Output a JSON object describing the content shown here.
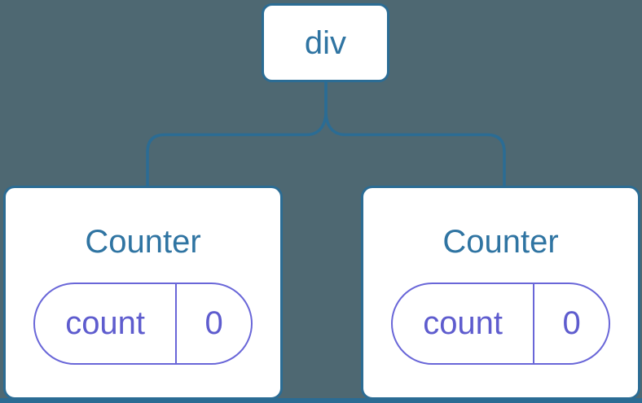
{
  "diagram": {
    "type": "component-tree",
    "root_node": {
      "label": "div"
    },
    "children": [
      {
        "title": "Counter",
        "state": {
          "key": "count",
          "value": "0"
        }
      },
      {
        "title": "Counter",
        "state": {
          "key": "count",
          "value": "0"
        }
      }
    ]
  },
  "colors": {
    "background": "#4E6872",
    "node_background": "#FFFFFF",
    "node_border_blue": "#2B6C94",
    "node_text_blue": "#2F74A2",
    "state_border_purple": "#6966D8",
    "state_text_purple": "#5E5CCE"
  }
}
